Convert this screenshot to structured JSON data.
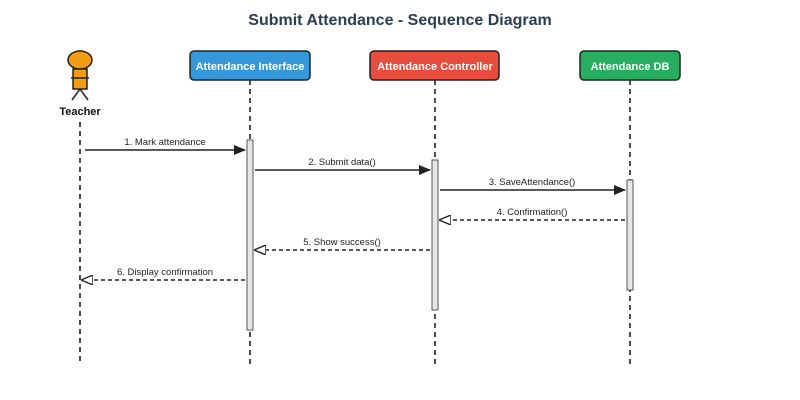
{
  "title": "Submit Attendance - Sequence Diagram",
  "actor": {
    "label": "Teacher",
    "icon": "stick-figure-icon",
    "color": "#f39c12"
  },
  "participants": [
    {
      "label": "Attendance Interface",
      "color": "#3498db"
    },
    {
      "label": "Attendance Controller",
      "color": "#e74c3c"
    },
    {
      "label": "Attendance DB",
      "color": "#27ae60"
    }
  ],
  "messages": [
    {
      "label": "1. Mark attendance",
      "kind": "sync"
    },
    {
      "label": "2. Submit data()",
      "kind": "sync"
    },
    {
      "label": "3. SaveAttendance()",
      "kind": "sync"
    },
    {
      "label": "4. Confirmation()",
      "kind": "return"
    },
    {
      "label": "5. Show success()",
      "kind": "return"
    },
    {
      "label": "6. Display confirmation",
      "kind": "return"
    }
  ]
}
